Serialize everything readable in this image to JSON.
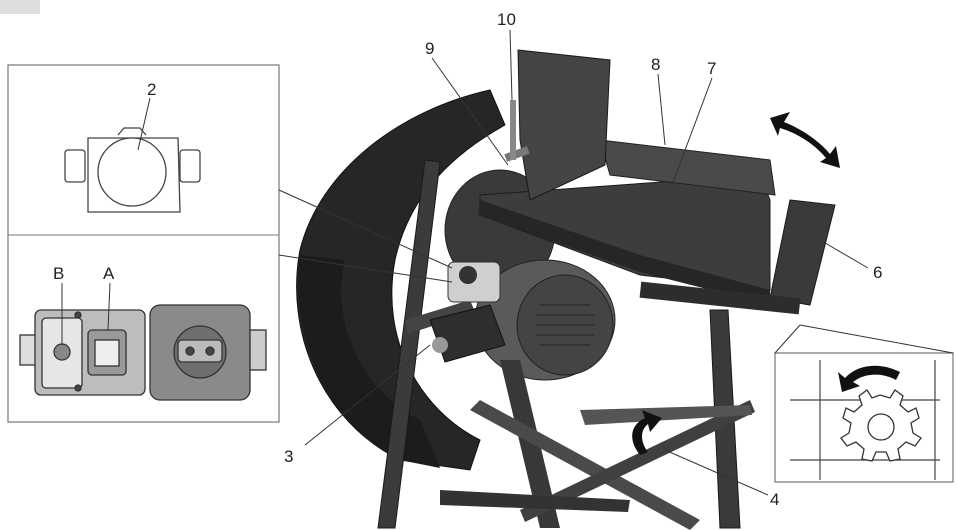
{
  "figure": {
    "callouts": {
      "c2": "2",
      "c3": "3",
      "c4": "4",
      "c6": "6",
      "c7": "7",
      "c8": "8",
      "c9": "9",
      "c10": "10",
      "cA": "A",
      "cB": "B"
    },
    "inset_panels": [
      "motor-switch-detail",
      "plug-socket-detail",
      "lock-gear-detail"
    ],
    "arrows": [
      "tilt-table-double-arrow",
      "rotation-arrow-lower",
      "rotation-arrow-lock"
    ],
    "colors": {
      "machine": "#2b2b2b",
      "machine_light": "#5a5a5a",
      "panel_border": "#777777",
      "line": "#333333"
    }
  }
}
